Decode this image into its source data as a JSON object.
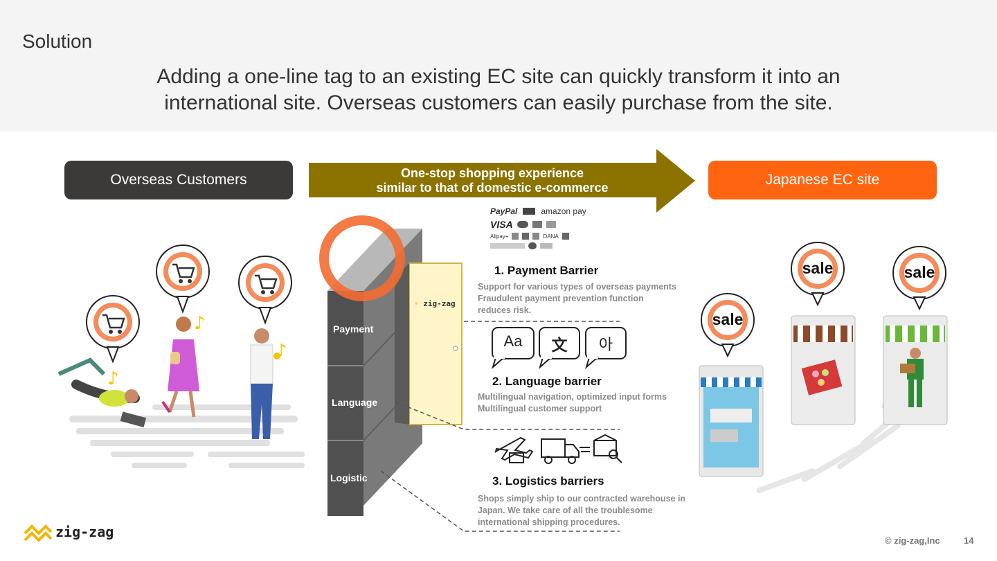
{
  "header": {
    "section_title": "Solution",
    "headline_line1": "Adding a one-line tag to an existing EC site can quickly transform it into an",
    "headline_line2": "international site. Overseas customers can easily purchase from the site."
  },
  "flow": {
    "left_label": "Overseas Customers",
    "arrow_line1": "One-stop shopping experience",
    "arrow_line2": "similar to that of domestic e-commerce",
    "right_label": "Japanese EC site"
  },
  "wall": {
    "labels": [
      "Payment",
      "Language",
      "Logistic"
    ],
    "door_logo": "zig-zag"
  },
  "payments": {
    "row1": [
      "PayPal",
      "amazon pay"
    ],
    "row2": [
      "VISA"
    ],
    "row3": [
      "Alipay+",
      "DANA"
    ]
  },
  "barriers": [
    {
      "title": "1. Payment Barrier",
      "desc": [
        "Support for various types of overseas payments",
        "Fraudulent payment prevention function",
        "reduces risk."
      ]
    },
    {
      "title": "2. Language barrier",
      "desc": [
        "Multilingual navigation, optimized input forms",
        "Multilingual customer support"
      ]
    },
    {
      "title": "3. Logistics barriers",
      "desc": [
        "Shops simply ship to our contracted warehouse in",
        "Japan. We take care of all the troublesome",
        "international shipping procedures."
      ]
    }
  ],
  "language_bubbles": [
    "Aa",
    "文",
    "아"
  ],
  "sale_label": "sale",
  "footer": {
    "logo": "zig-zag",
    "copyright": "© zig-zag,Inc",
    "page": "14"
  },
  "colors": {
    "accent_orange": "#ff6410",
    "olive_arrow": "#8c7300",
    "dark_pill": "#3c3a38",
    "bubble_orange": "#f58a5a"
  }
}
